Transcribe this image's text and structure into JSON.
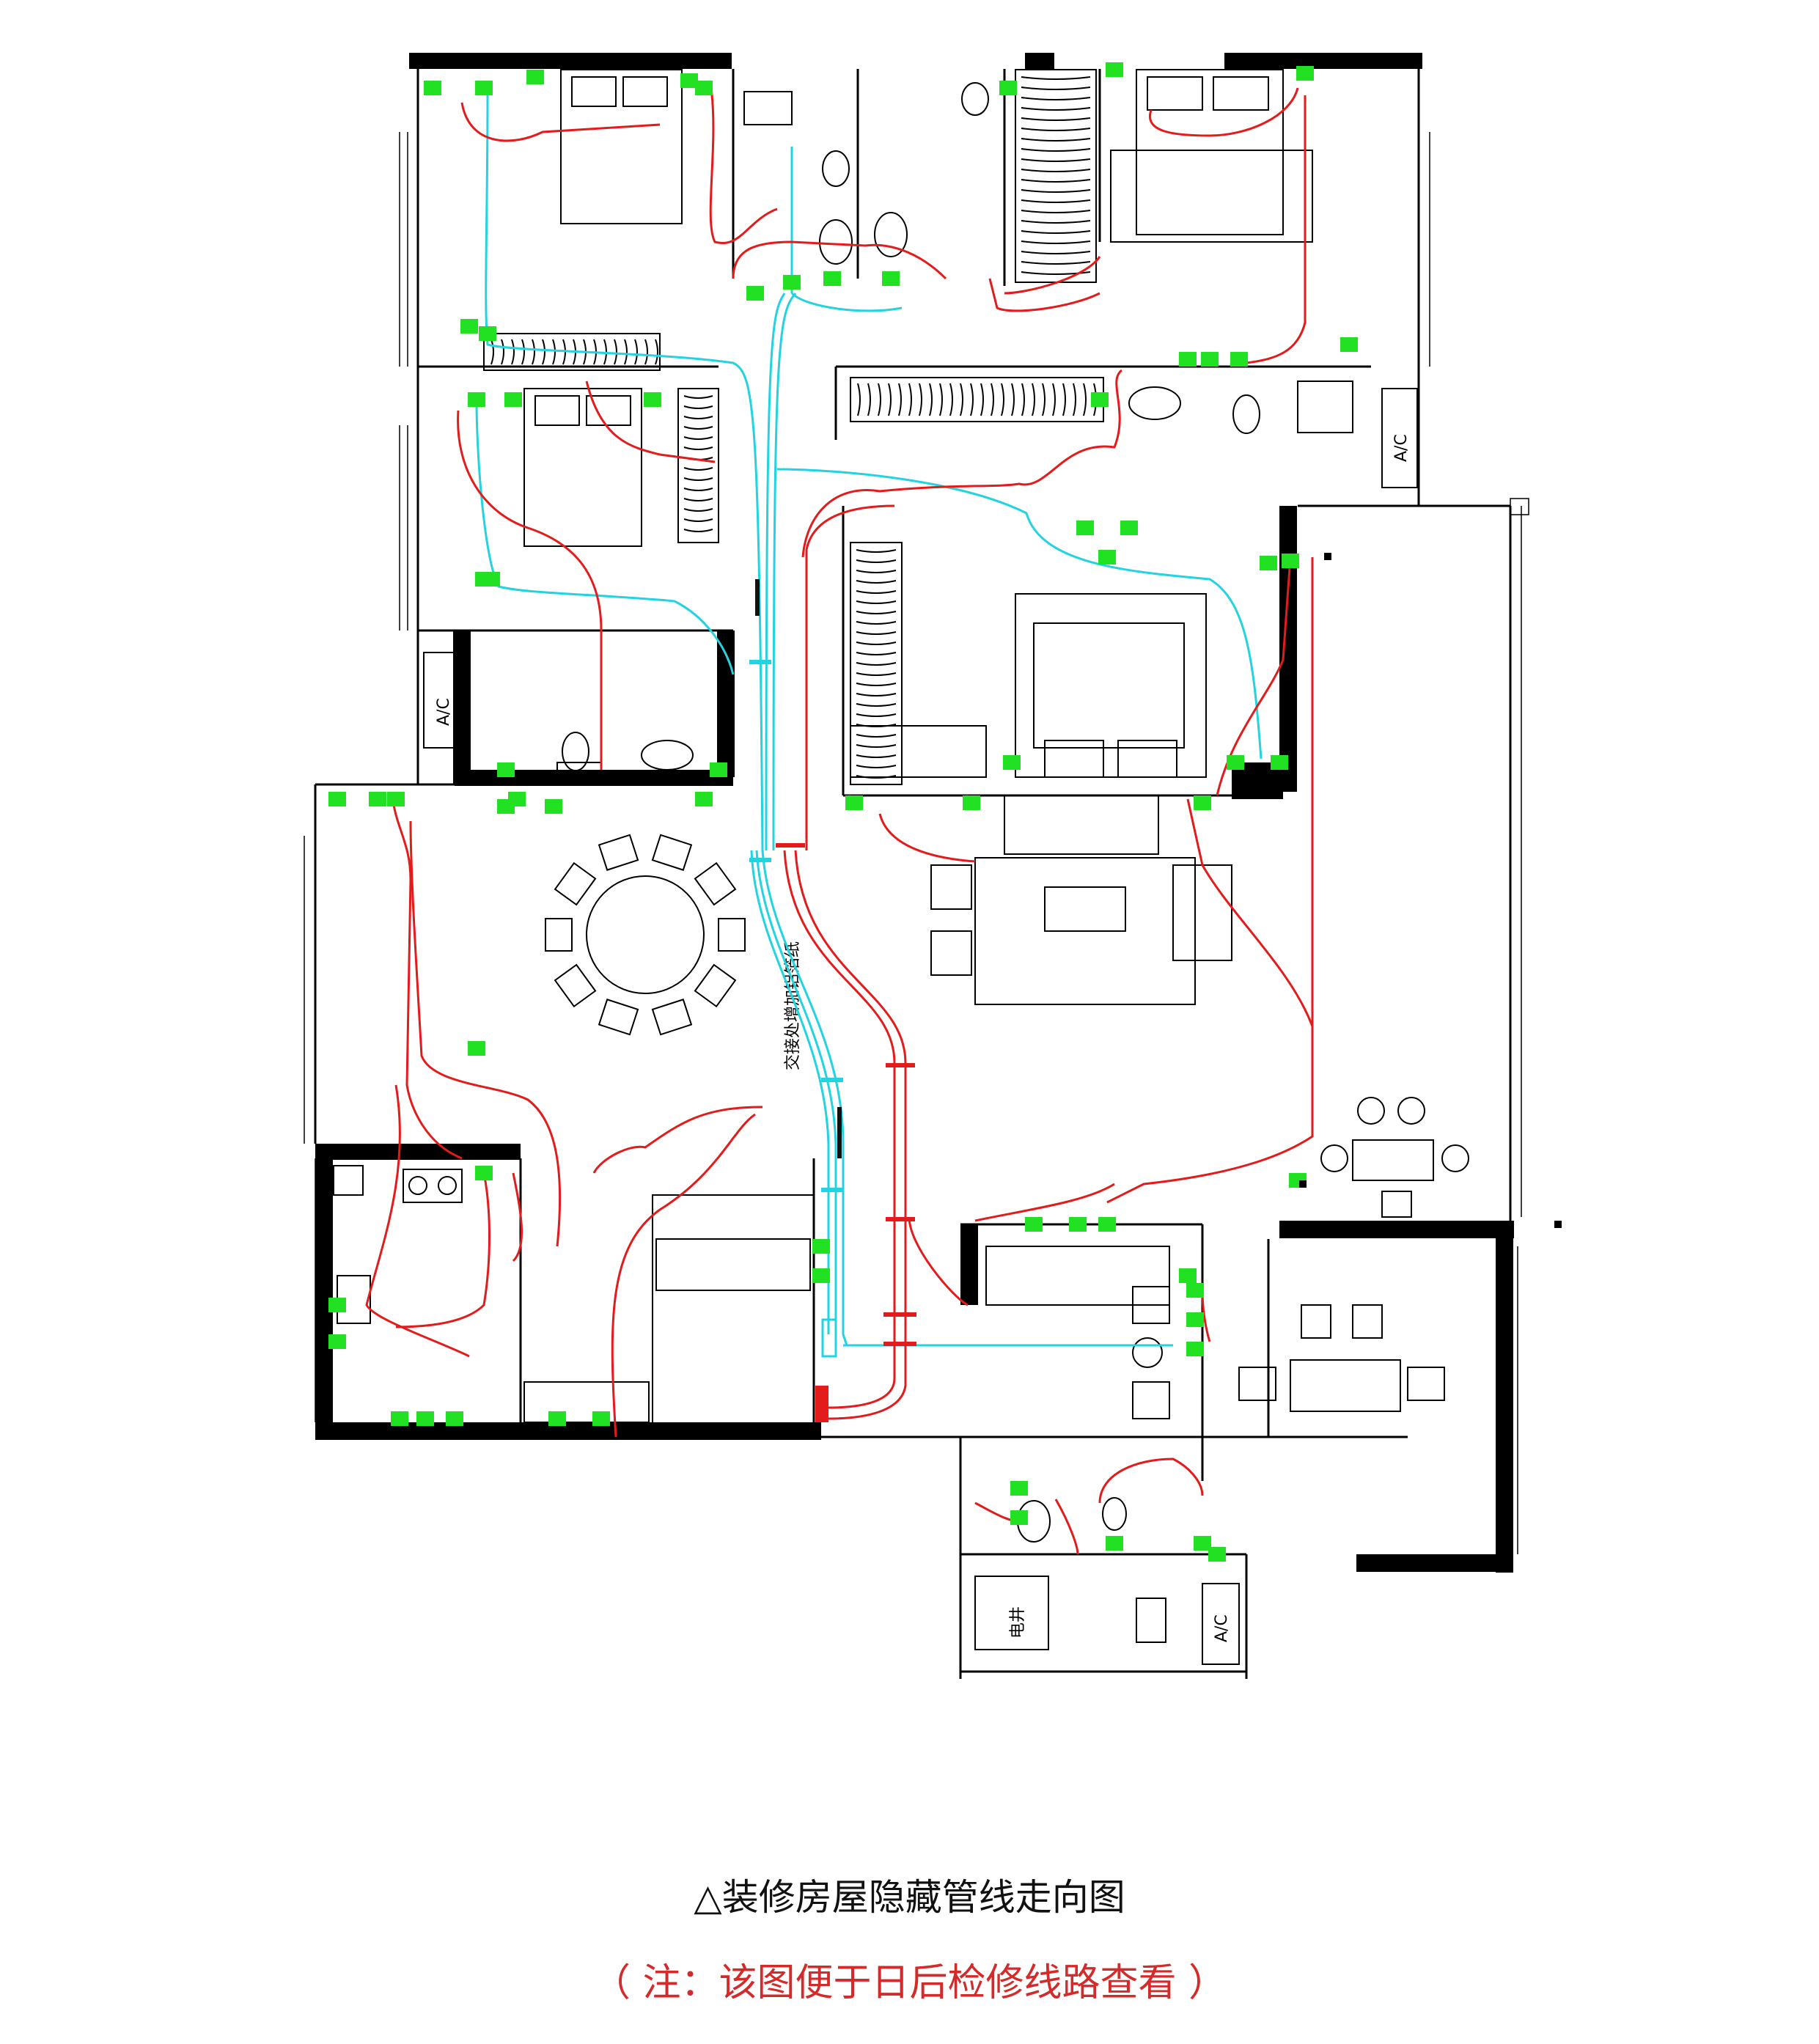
{
  "caption": {
    "title": "△装修房屋隐藏管线走向图",
    "note": "（ 注：该图便于日后检修线路查看 ）",
    "note_color": "#d42a2a"
  },
  "plan_labels": {
    "ac_1": "A/C",
    "ac_2": "A/C",
    "ac_3": "A/C",
    "shaft": "电井",
    "riser_note": "交接处增加铝箔纸"
  },
  "colors": {
    "electrical_wire": "#e31b1b",
    "water_pipe": "#22d3e0",
    "socket_marker": "#22e122",
    "wall": "#000000"
  }
}
